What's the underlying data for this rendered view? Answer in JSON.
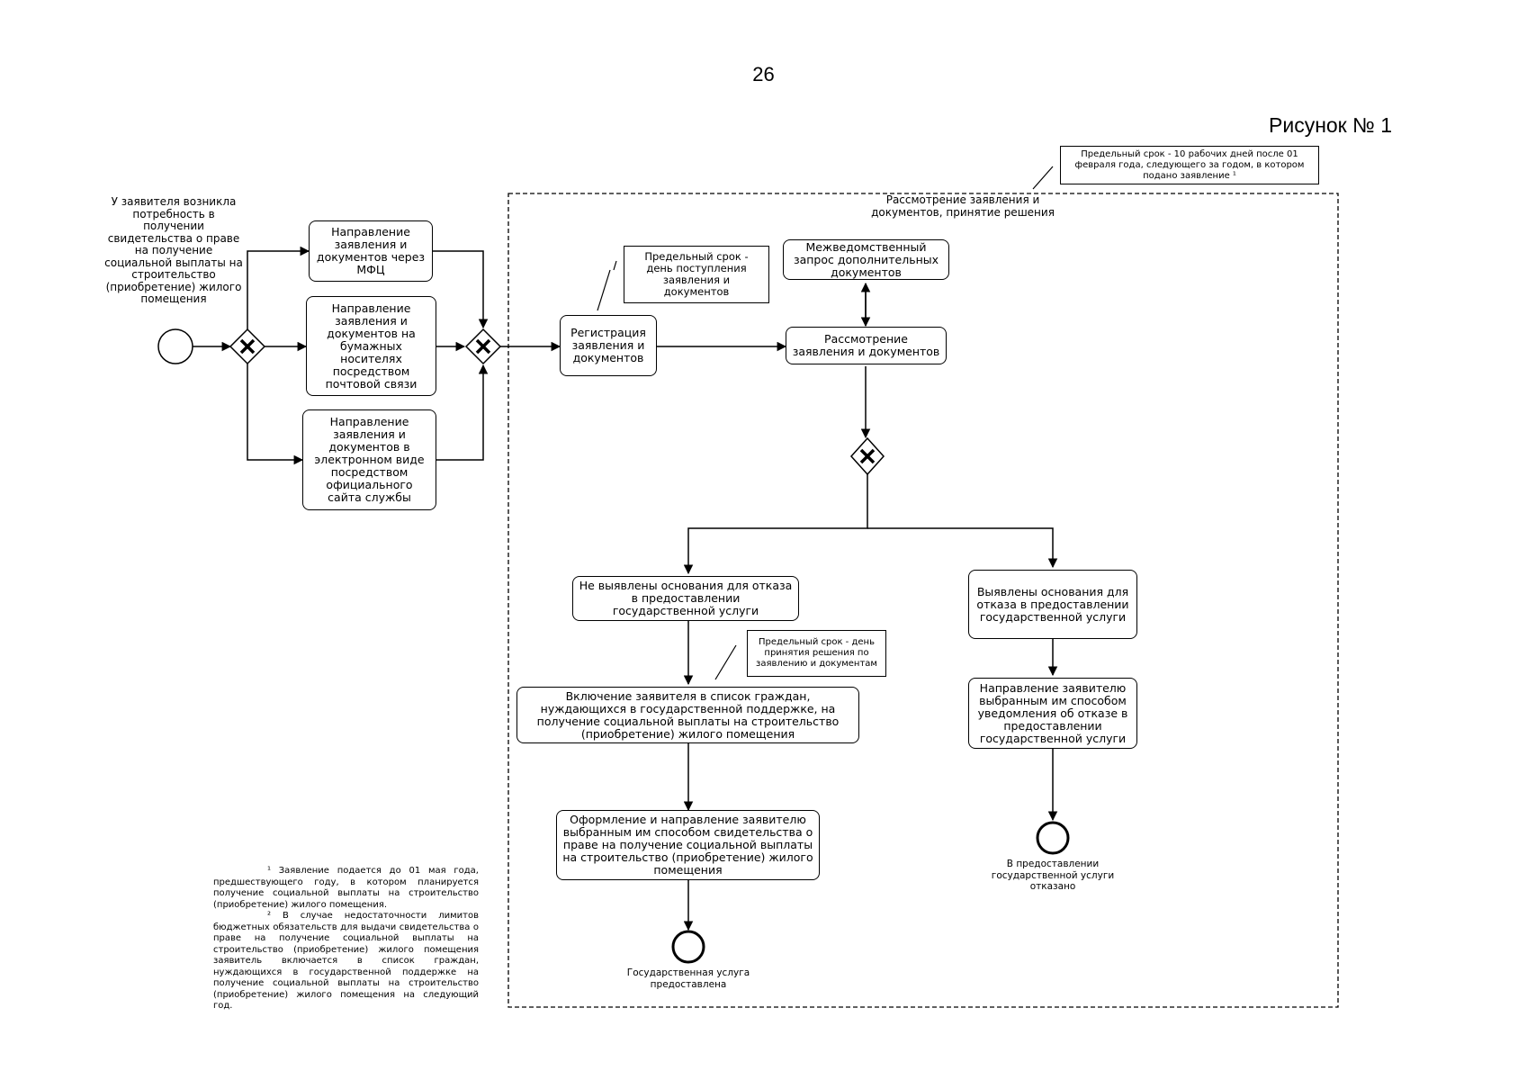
{
  "page": {
    "number": "26",
    "figure_title": "Рисунок № 1"
  },
  "diagram": {
    "start_label": "У заявителя возникла потребность в получении свидетельства о праве на получение социальной выплаты на строительство (приобретение) жилого помещения",
    "submit_mfc": "Направление заявления и документов через МФЦ",
    "submit_mail": "Направление заявления и документов на бумажных носителях посредством почтовой связи",
    "submit_online": "Направление заявления и документов в электронном виде посредством официального сайта службы",
    "registration": "Регистрация заявления и документов",
    "registration_deadline": "Предельный срок - день поступления заявления и документов",
    "review_area_label": "Рассмотрение заявления и документов, принятие решения",
    "review_deadline": "Предельный срок - 10 рабочих дней после 01 февраля года, следующего за годом, в котором подано заявление ¹",
    "interagency_request": "Межведомственный запрос дополнительных документов",
    "review": "Рассмотрение заявления и документов",
    "no_grounds": "Не выявлены основания для отказа в предоставлении государственной услуги",
    "grounds_found": "Выявлены основания для отказа в предоставлении государственной услуги",
    "inclusion_deadline": "Предельный срок - день принятия решения по заявлению и документам",
    "inclusion": "Включение заявителя в список граждан, нуждающихся в государственной поддержке, на получение социальной выплаты на строительство (приобретение) жилого помещения",
    "issue_certificate": "Оформление и направление заявителю выбранным им способом свидетельства о праве на получение социальной выплаты на строительство (приобретение) жилого помещения",
    "refusal_notice": "Направление заявителю выбранным им способом уведомления об отказе в предоставлении государственной услуги",
    "end_provided": "Государственная услуга предоставлена",
    "end_refused": "В предоставлении государственной услуги отказано"
  },
  "footnote": {
    "p1": "¹ Заявление подается до 01 мая года, предшествующего году, в котором планируется получение социальной выплаты на строительство (приобретение) жилого помещения.",
    "p2": "² В случае недостаточности лимитов бюджетных обязательств для выдачи свидетельства о праве на получение социальной выплаты на строительство (приобретение) жилого помещения заявитель включается в список граждан, нуждающихся в государственной поддержке на получение социальной выплаты на строительство (приобретение) жилого помещения на следующий год."
  },
  "colors": {
    "line": "#000000",
    "background": "#ffffff"
  }
}
